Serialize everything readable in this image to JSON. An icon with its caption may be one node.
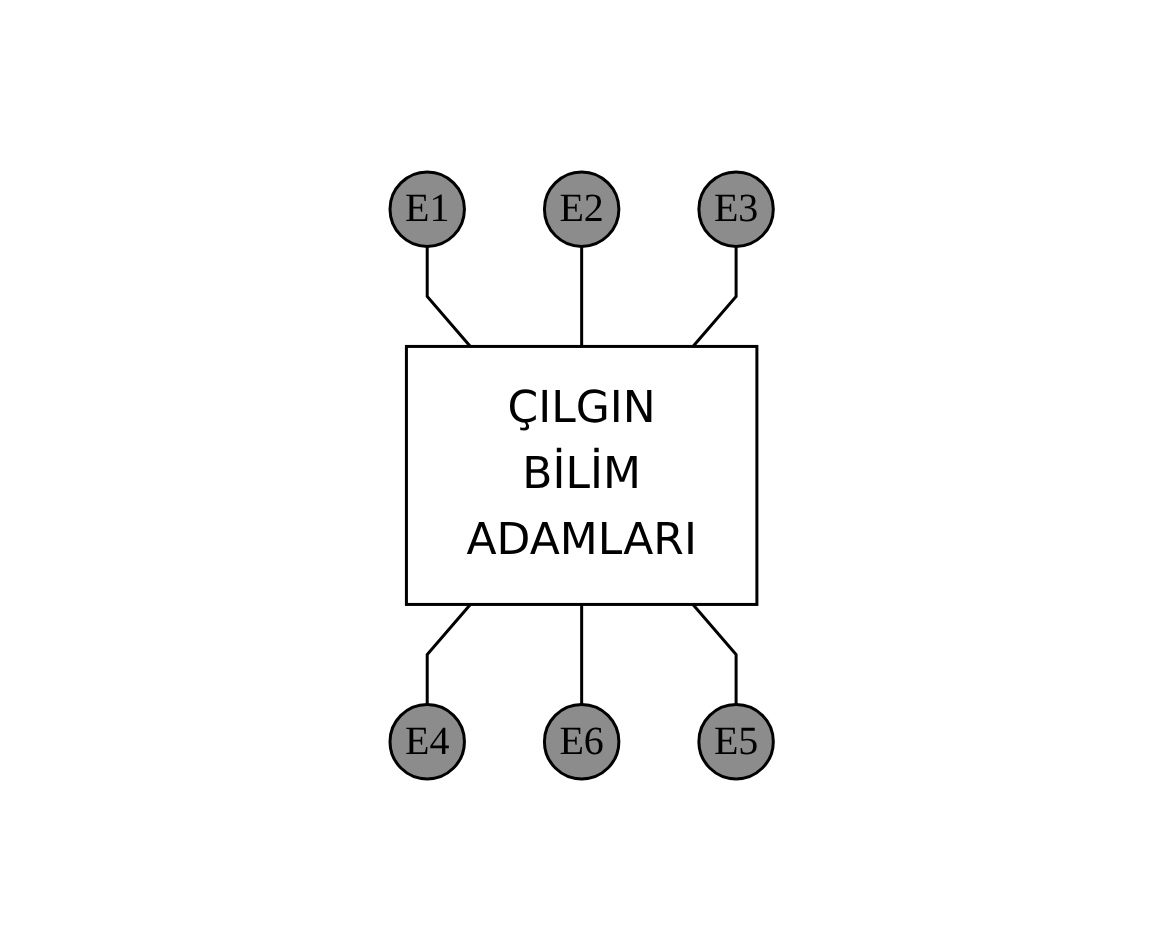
{
  "diagram": {
    "nodes": [
      {
        "text": [
          "E2"
        ]
      },
      {
        "text": [
          "E1"
        ]
      },
      {
        "text": [
          "E3"
        ]
      },
      {
        "text": [
          "ÇILGIN BİLİM ADAMLARI"
        ]
      },
      {
        "text": [
          "E4"
        ]
      },
      {
        "text": [
          "E5"
        ]
      },
      {
        "text": [
          "E6"
        ]
      }
    ],
    "edges": [
      {
        "from": 1,
        "to": 3,
        "arrow": "none"
      },
      {
        "from": 0,
        "to": 3,
        "arrow": "none"
      },
      {
        "from": 2,
        "to": 3,
        "arrow": "none"
      },
      {
        "from": 3,
        "to": 4,
        "arrow": "none"
      },
      {
        "from": 3,
        "to": 6,
        "arrow": "none"
      },
      {
        "from": 3,
        "to": 5,
        "arrow": "none"
      }
    ]
  }
}
